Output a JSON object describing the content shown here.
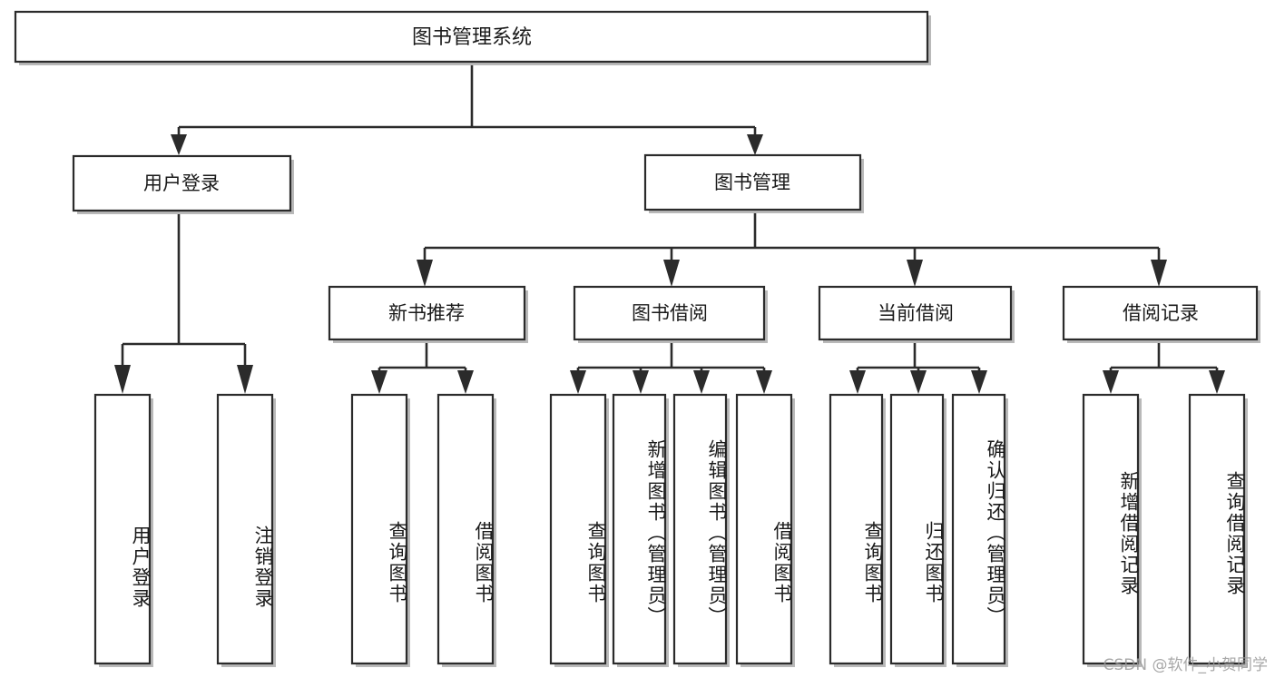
{
  "diagram": {
    "title": "图书管理系统",
    "watermark": "CSDN @软件_小贺同学",
    "type": "tree-hierarchy-functional-decomposition",
    "root": {
      "id": "root",
      "label": "图书管理系统"
    },
    "level1": [
      {
        "id": "user-login",
        "label": "用户登录"
      },
      {
        "id": "book-manage",
        "label": "图书管理"
      }
    ],
    "level2": [
      {
        "id": "new-book-recommend",
        "label": "新书推荐",
        "parent": "book-manage"
      },
      {
        "id": "book-borrow",
        "label": "图书借阅",
        "parent": "book-manage"
      },
      {
        "id": "current-borrow",
        "label": "当前借阅",
        "parent": "book-manage"
      },
      {
        "id": "borrow-record",
        "label": "借阅记录",
        "parent": "book-manage"
      }
    ],
    "leaves": {
      "user-login": [
        {
          "id": "leaf-user-login",
          "label": "用户登录"
        },
        {
          "id": "leaf-logout",
          "label": "注销登录"
        }
      ],
      "new-book-recommend": [
        {
          "id": "leaf-query-book-1",
          "label": "查询图书"
        },
        {
          "id": "leaf-borrow-book-1",
          "label": "借阅图书"
        }
      ],
      "book-borrow": [
        {
          "id": "leaf-query-book-2",
          "label": "查询图书"
        },
        {
          "id": "leaf-add-book",
          "label": "新增图书（管理员）"
        },
        {
          "id": "leaf-edit-book",
          "label": "编辑图书（管理员）"
        },
        {
          "id": "leaf-borrow-book-2",
          "label": "借阅图书"
        }
      ],
      "current-borrow": [
        {
          "id": "leaf-query-book-3",
          "label": "查询图书"
        },
        {
          "id": "leaf-return-book",
          "label": "归还图书"
        },
        {
          "id": "leaf-confirm-return",
          "label": "确认归还（管理员）"
        }
      ],
      "borrow-record": [
        {
          "id": "leaf-add-record",
          "label": "新增借阅记录"
        },
        {
          "id": "leaf-query-record",
          "label": "查询借阅记录"
        }
      ]
    },
    "colors": {
      "box_fill": "#ffffff",
      "box_stroke": "#2b2b2b",
      "connector": "#2b2b2b",
      "text": "#1a1a1a",
      "watermark": "#9a9a9a",
      "background": "#ffffff"
    }
  }
}
